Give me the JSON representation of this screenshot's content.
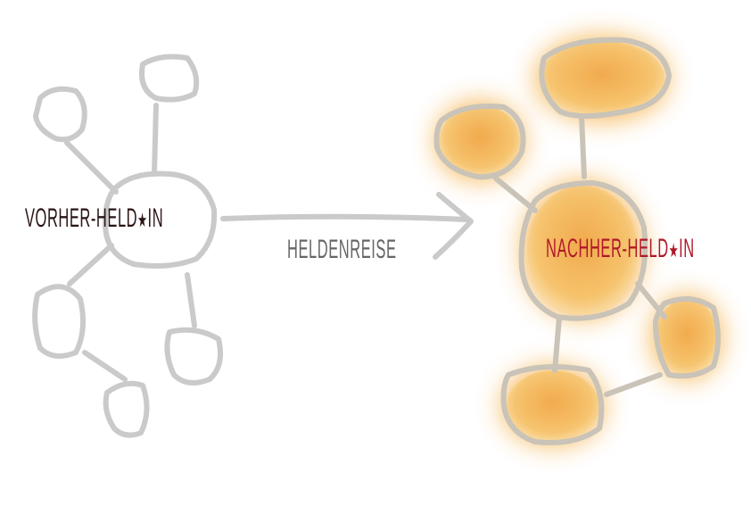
{
  "diagram": {
    "before_label": {
      "text_pre": "VORHER-HELD",
      "star": "★",
      "text_post": "IN"
    },
    "journey_label": "HELDENREISE",
    "after_label": {
      "text_pre": "NACHHER-HELD",
      "star": "★",
      "text_post": "IN"
    }
  },
  "colors": {
    "sketch": "#c8c8c8",
    "glow": "#f3b34e",
    "before_text": "#2a1414",
    "journey_text": "#666666",
    "after_text": "#b0182a"
  }
}
